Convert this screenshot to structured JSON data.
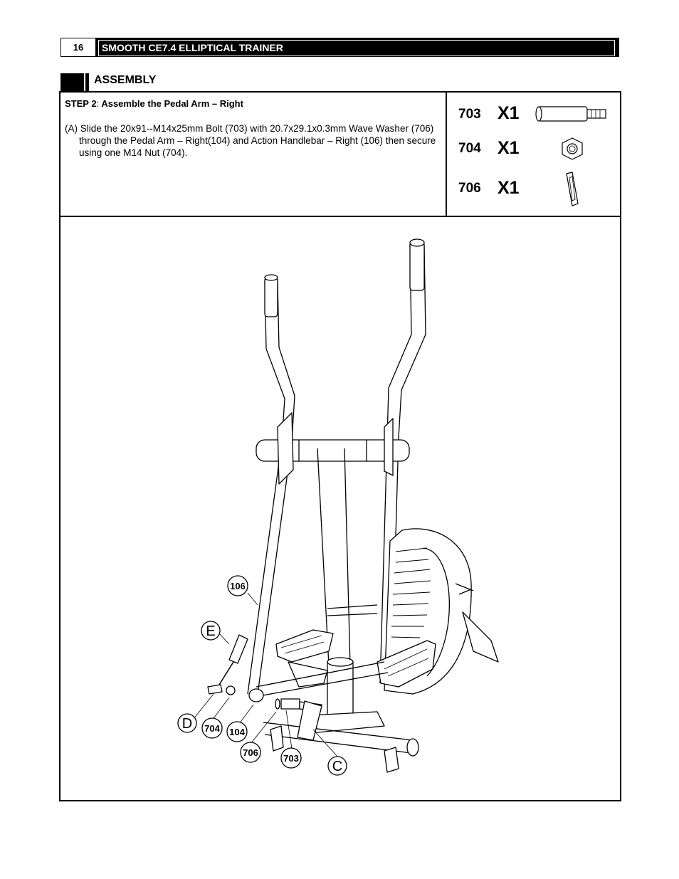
{
  "header": {
    "page_number": "16",
    "title": "SMOOTH CE7.4 ELLIPTICAL TRAINER"
  },
  "section": {
    "title": "ASSEMBLY"
  },
  "step": {
    "label": "STEP 2",
    "separator": ":",
    "heading": "Assemble the Pedal Arm – Right",
    "instruction": "(A) Slide the 20x91--M14x25mm Bolt (703) with 20.7x29.1x0.3mm Wave Washer (706) through the Pedal Arm – Right(104) and Action Handlebar – Right (106) then secure using one M14 Nut (704)."
  },
  "parts": [
    {
      "number": "703",
      "qty": "X1",
      "icon": "bolt-icon"
    },
    {
      "number": "704",
      "qty": "X1",
      "icon": "nut-icon"
    },
    {
      "number": "706",
      "qty": "X1",
      "icon": "wave-washer-icon"
    }
  ],
  "callouts": {
    "handlebar": "106",
    "nut": "704",
    "pedal_arm": "104",
    "washer": "706",
    "bolt": "703",
    "letter_e": "E",
    "letter_d": "D",
    "letter_c": "C"
  }
}
